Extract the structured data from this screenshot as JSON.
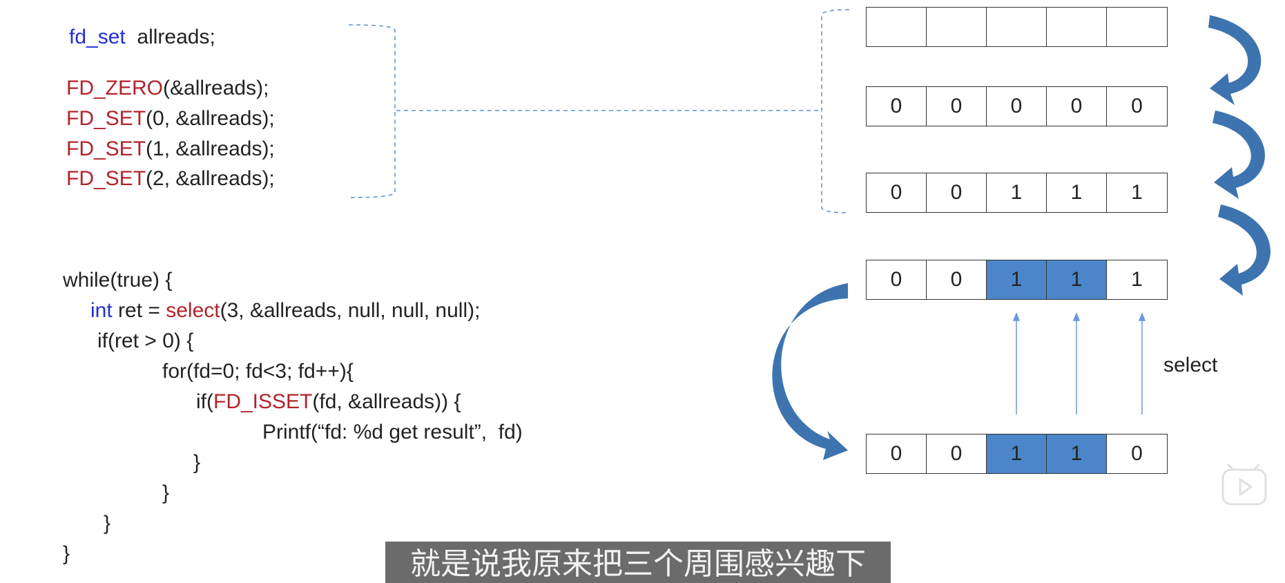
{
  "setup_code": {
    "decl_type": "fd_set",
    "decl_rest": "  allreads;",
    "lines": [
      {
        "fn": "FD_ZERO",
        "args": "(&allreads);"
      },
      {
        "fn": "FD_SET",
        "args": "(0, &allreads);"
      },
      {
        "fn": "FD_SET",
        "args": "(1, &allreads);"
      },
      {
        "fn": "FD_SET",
        "args": "(2, &allreads);"
      }
    ]
  },
  "loop_code": {
    "l1": "while(true) {",
    "l2_type": "int",
    "l2_mid": " ret = ",
    "l2_fn": "select",
    "l2_rest": "(3, &allreads, null, null, null);",
    "l3": "if(ret > 0) {",
    "l4": "for(fd=0; fd<3; fd++){",
    "l5_pre": "if(",
    "l5_fn": "FD_ISSET",
    "l5_rest": "(fd, &allreads)) {",
    "l6": "Printf(“fd: %d get result”,  fd)",
    "l7": "}",
    "l8": "}",
    "l9": "}",
    "l10": "}"
  },
  "bit_rows": [
    {
      "cells": [
        "",
        "",
        "",
        "",
        ""
      ],
      "highlight": [
        false,
        false,
        false,
        false,
        false
      ]
    },
    {
      "cells": [
        "0",
        "0",
        "0",
        "0",
        "0"
      ],
      "highlight": [
        false,
        false,
        false,
        false,
        false
      ]
    },
    {
      "cells": [
        "0",
        "0",
        "1",
        "1",
        "1"
      ],
      "highlight": [
        false,
        false,
        false,
        false,
        false
      ]
    },
    {
      "cells": [
        "0",
        "0",
        "1",
        "1",
        "1"
      ],
      "highlight": [
        false,
        false,
        true,
        true,
        false
      ]
    },
    {
      "cells": [
        "0",
        "0",
        "1",
        "1",
        "0"
      ],
      "highlight": [
        false,
        false,
        true,
        true,
        false
      ]
    }
  ],
  "select_label": "select",
  "subtitle": "就是说我原来把三个周围感兴趣下",
  "colors": {
    "keyword_blue": "#1f2fd6",
    "keyword_red": "#b3222a",
    "highlight_fill": "#4a86c8",
    "arrow_fill": "#3d74b0",
    "bracket_line": "#5b8fd0"
  }
}
